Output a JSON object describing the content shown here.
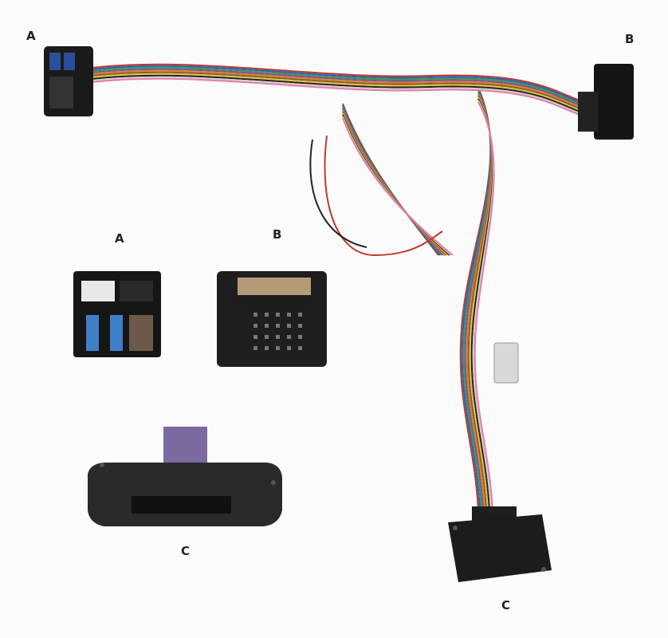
{
  "labels": {
    "main_a": "A",
    "main_b": "B",
    "main_c": "C",
    "detail_a": "A",
    "detail_b": "B",
    "detail_c": "C"
  },
  "wire_colors": [
    "#c0392b",
    "#2e5fb8",
    "#3a9a4a",
    "#7b4fa0",
    "#d9822b",
    "#8b5a2b",
    "#e0c040",
    "#222222",
    "#cfcfcf",
    "#e87aa8"
  ]
}
